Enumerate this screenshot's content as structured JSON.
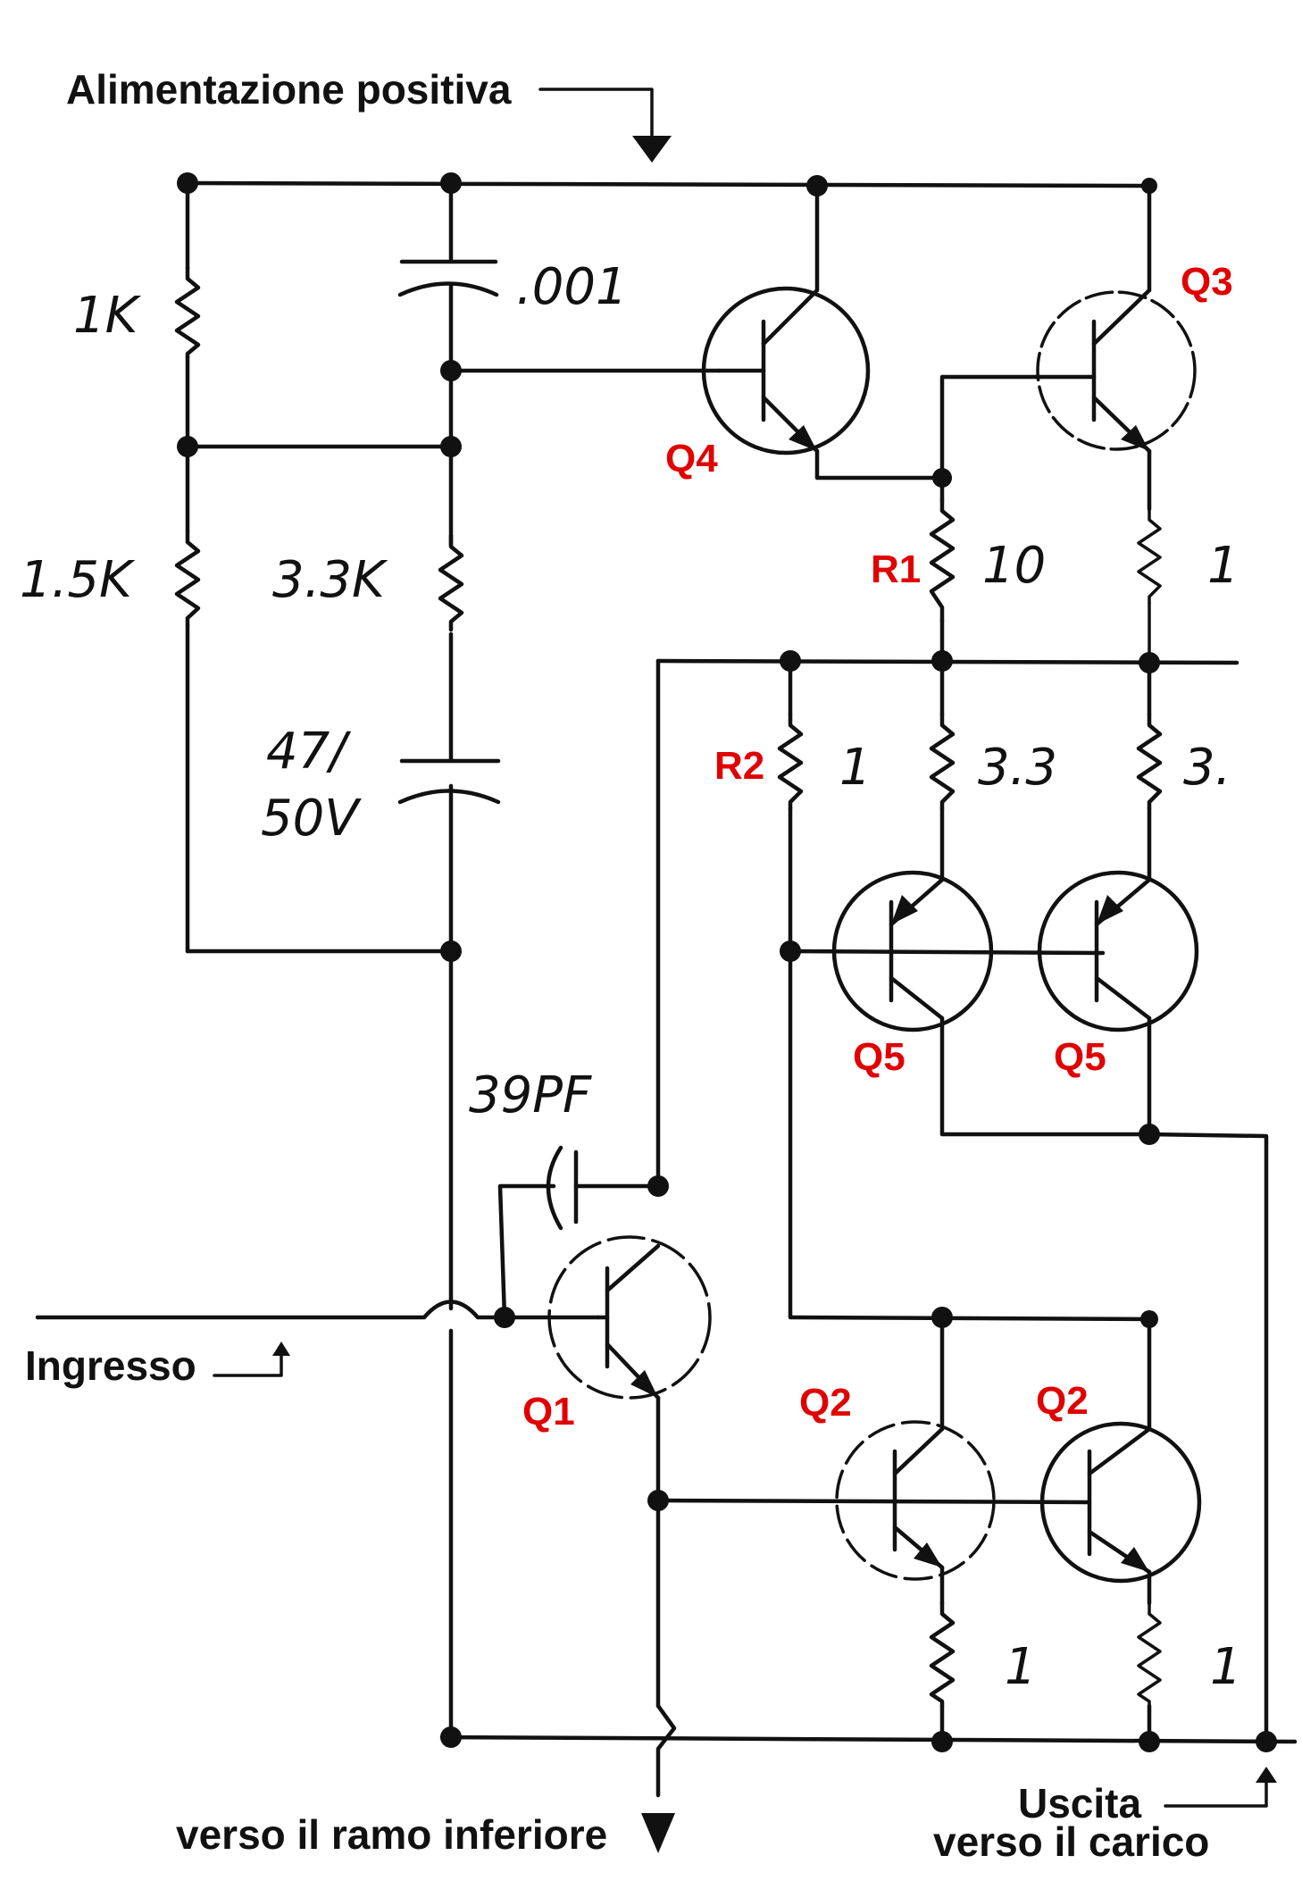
{
  "labels": {
    "supply": "Alimentazione positiva",
    "input": "Ingresso",
    "lower_branch": "verso il ramo inferiore",
    "output_line1": "Uscita",
    "output_line2": "verso il carico"
  },
  "transistors": {
    "q1": "Q1",
    "q2_left": "Q2",
    "q2_right": "Q2",
    "q3": "Q3",
    "q4": "Q4",
    "q5_left": "Q5",
    "q5_right": "Q5"
  },
  "designators": {
    "r1": "R1",
    "r2": "R2"
  },
  "values": {
    "r_1k": "1K",
    "r_1_5k": "1.5K",
    "r_3_3k": "3.3K",
    "c_001": ".001",
    "c_47_line1": "47/",
    "c_47_line2": "50V",
    "c_39pf": "39PF",
    "r1": "10",
    "r_q3_emitter": "1",
    "r2": "1",
    "r_q5_left": "3.3",
    "r_q5_right": "3.",
    "r_q2_left": "1",
    "r_q2_right": "1"
  },
  "colors": {
    "wire": "#111111",
    "designator": "#e00000"
  }
}
